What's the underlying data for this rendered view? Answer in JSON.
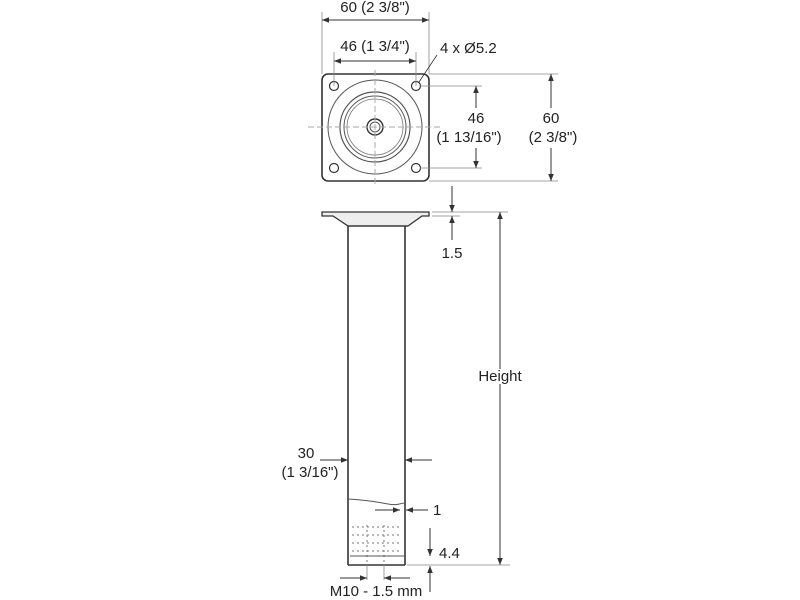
{
  "diagram": {
    "subject": "Furniture leg with square mounting plate",
    "colors": {
      "line": "#333333",
      "dim": "#555555",
      "center": "#aaaaaa",
      "background": "#ffffff"
    },
    "top_view": {
      "plate_width_label": "60 (2 3/8\")",
      "hole_spacing_h_label": "46 (1 3/4\")",
      "holes_label": "4 x Ø5.2",
      "hole_spacing_v_value": "46",
      "hole_spacing_v_inch": "(1 13/16\")",
      "plate_height_value": "60",
      "plate_height_inch": "(2 3/8\")"
    },
    "side_view": {
      "plate_thickness_label": "1.5",
      "height_label": "Height",
      "tube_diameter_value": "30",
      "tube_diameter_inch": "(1 3/16\")",
      "wall_thickness_label": "1",
      "thread_depth_label": "4.4",
      "thread_label": "M10 - 1.5 mm"
    }
  }
}
